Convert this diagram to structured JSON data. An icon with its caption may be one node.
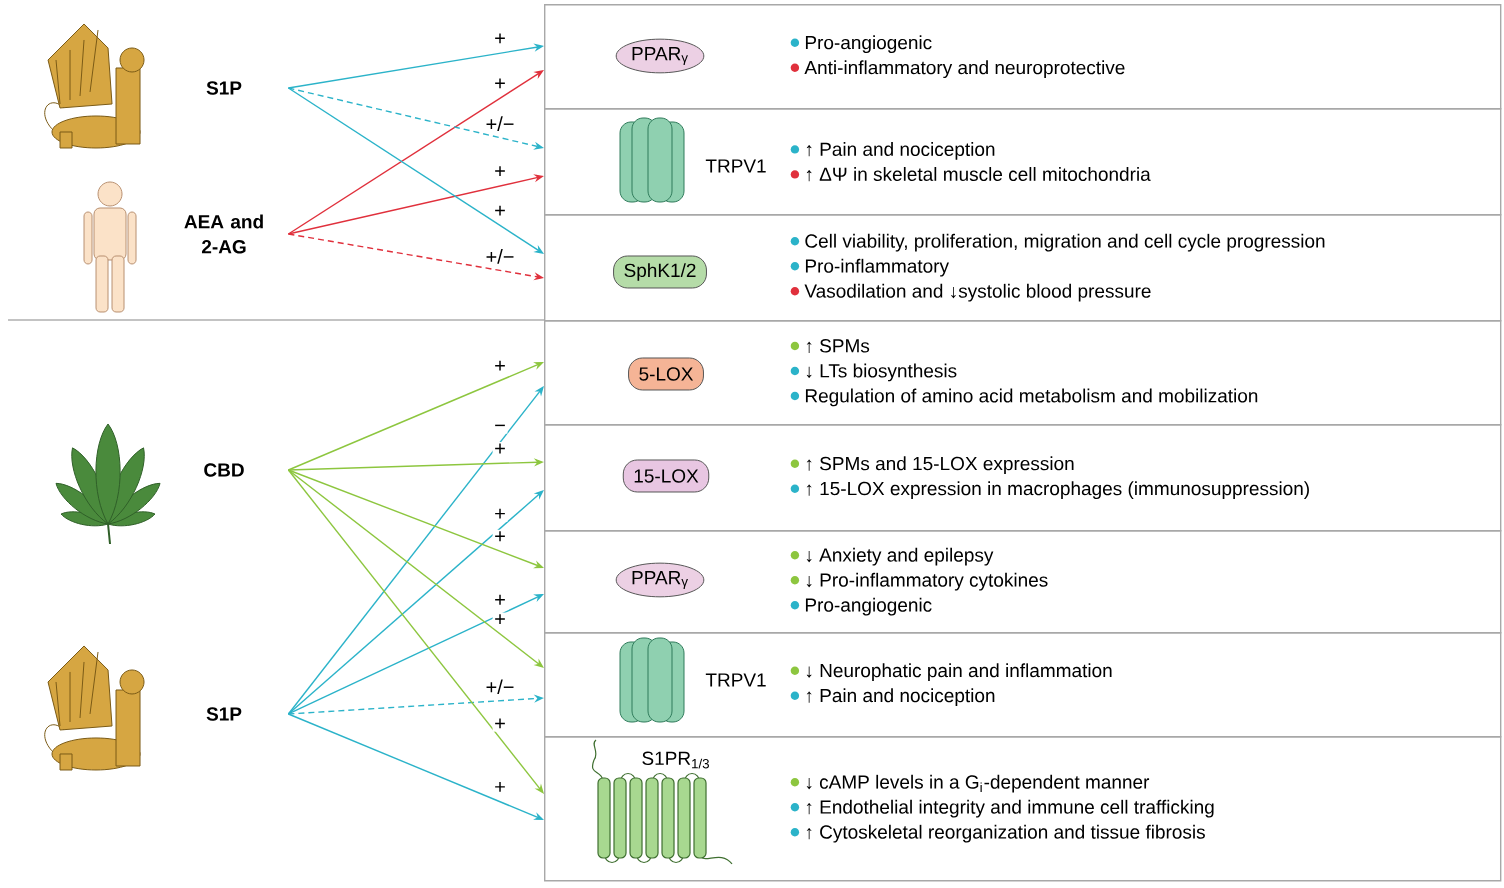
{
  "diagram": {
    "nodes": [
      {
        "text": [
          "S1P"
        ]
      },
      {
        "text": [
          "AEA and 2-AG"
        ]
      },
      {
        "text": [
          "CBD"
        ]
      },
      {
        "text": [
          "S1P"
        ]
      },
      {
        "text": [
          "Pro-angiogenic",
          "Anti-inflammatory and neuroprotective"
        ]
      },
      {
        "text": [
          "PPAR$_{γ}$"
        ],
        "in": 4
      },
      {
        "text": [
          "↑ Pain and nociception",
          "↑ ΔΨ in skeletal muscle cell mitochondria"
        ]
      },
      {
        "text": [
          "TRPV1"
        ],
        "in": 6
      },
      {
        "text": [
          "Cell viability, proliferation, migration and cell cycle progression",
          "Pro-inflammatory",
          "Vasodilation and ↓systolic blood pressure"
        ]
      },
      {
        "text": [
          "SphK1/2"
        ],
        "in": 8
      },
      {
        "text": [
          "↑ SPMs",
          "↓ LTs biosynthesis",
          "Regulation of amino acid metabolism and mobilization"
        ]
      },
      {
        "text": [
          "5-LOX"
        ],
        "in": 10
      },
      {
        "text": [
          "↑ SPMs and 15-LOX expression",
          "↑ 15-LOX expression in macrophages (immunosuppression)"
        ]
      },
      {
        "text": [
          "15-LOX"
        ],
        "in": 12
      },
      {
        "text": [
          "↓ Anxiety and epilepsy",
          "↓ Pro-inflammatory cytokines",
          "Pro-angiogenic"
        ]
      },
      {
        "text": [
          "PPAR$_{γ}$"
        ],
        "in": 14
      },
      {
        "text": [
          "↓ Neurophatic pain and inflammation",
          "↑ Pain and nociception"
        ]
      },
      {
        "text": [
          "TRPV1"
        ],
        "in": 16
      },
      {
        "text": [
          "↓ cAMP levels in a G$_{i}$-dependent manner",
          "↑ Endothelial integrity and immune cell trafficking",
          "↑ Cytoskeletal reorganization and tissue fibrosis"
        ]
      },
      {
        "text": [
          "S1PR$_{1/3}$"
        ],
        "in": 18
      }
    ],
    "edges": [
      {
        "from": 0,
        "to": 4,
        "arrow": "to",
        "label": "+"
      },
      {
        "from": 1,
        "to": 4,
        "arrow": "to",
        "label": "+",
        "color": "#e0303c"
      },
      {
        "from": 0,
        "to": 6,
        "arrow": "to",
        "label": "+/−",
        "style": "dashed"
      },
      {
        "from": 1,
        "to": 6,
        "arrow": "to",
        "label": "+",
        "color": "#e0303c"
      },
      {
        "from": 0,
        "to": 8,
        "arrow": "to",
        "label": "+"
      },
      {
        "from": 1,
        "to": 8,
        "arrow": "to",
        "label": "+/−",
        "style": "dashed",
        "color": "#e0303c"
      },
      {
        "from": 2,
        "to": 10,
        "arrow": "to",
        "label": "+",
        "color": "#8dc63f"
      },
      {
        "from": 3,
        "to": 10,
        "arrow": "to",
        "label": "−"
      },
      {
        "from": 2,
        "to": 12,
        "arrow": "to",
        "label": "+",
        "color": "#8dc63f"
      },
      {
        "from": 3,
        "to": 12,
        "arrow": "to",
        "label": "+"
      },
      {
        "from": 2,
        "to": 14,
        "arrow": "to",
        "label": "+",
        "color": "#8dc63f"
      },
      {
        "from": 3,
        "to": 14,
        "arrow": "to",
        "label": "+"
      },
      {
        "from": 2,
        "to": 16,
        "arrow": "to",
        "label": "+",
        "color": "#8dc63f"
      },
      {
        "from": 3,
        "to": 16,
        "arrow": "to",
        "label": "+/−",
        "style": "dashed"
      },
      {
        "from": 2,
        "to": 18,
        "arrow": "to",
        "label": "+",
        "color": "#8dc63f"
      },
      {
        "from": 3,
        "to": 18,
        "arrow": "to",
        "label": "+"
      }
    ]
  }
}
